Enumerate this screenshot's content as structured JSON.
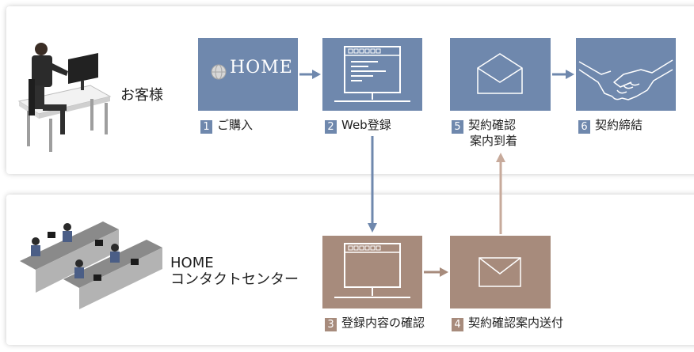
{
  "customer": {
    "label": "お客様"
  },
  "center": {
    "line1": "HOME",
    "line2": "コンタクトセンター"
  },
  "logo": {
    "text": "HOME",
    "icon": "globe-icon"
  },
  "steps": [
    {
      "num": "1",
      "label": "ご購入",
      "icon": "home-logo"
    },
    {
      "num": "2",
      "label": "Web登録",
      "icon": "computer-monitor-icon"
    },
    {
      "num": "3",
      "label": "登録内容の確認",
      "icon": "computer-monitor-icon"
    },
    {
      "num": "4",
      "label": "契約確認案内送付",
      "icon": "envelope-closed-icon"
    },
    {
      "num": "5",
      "label_line1": "契約確認",
      "label_line2": "案内到着",
      "icon": "envelope-open-icon"
    },
    {
      "num": "6",
      "label": "契約締結",
      "icon": "handshake-icon"
    }
  ],
  "colors": {
    "customer_flow": "#6f88ad",
    "center_flow": "#a78b7c",
    "text": "#1f1f1f"
  }
}
